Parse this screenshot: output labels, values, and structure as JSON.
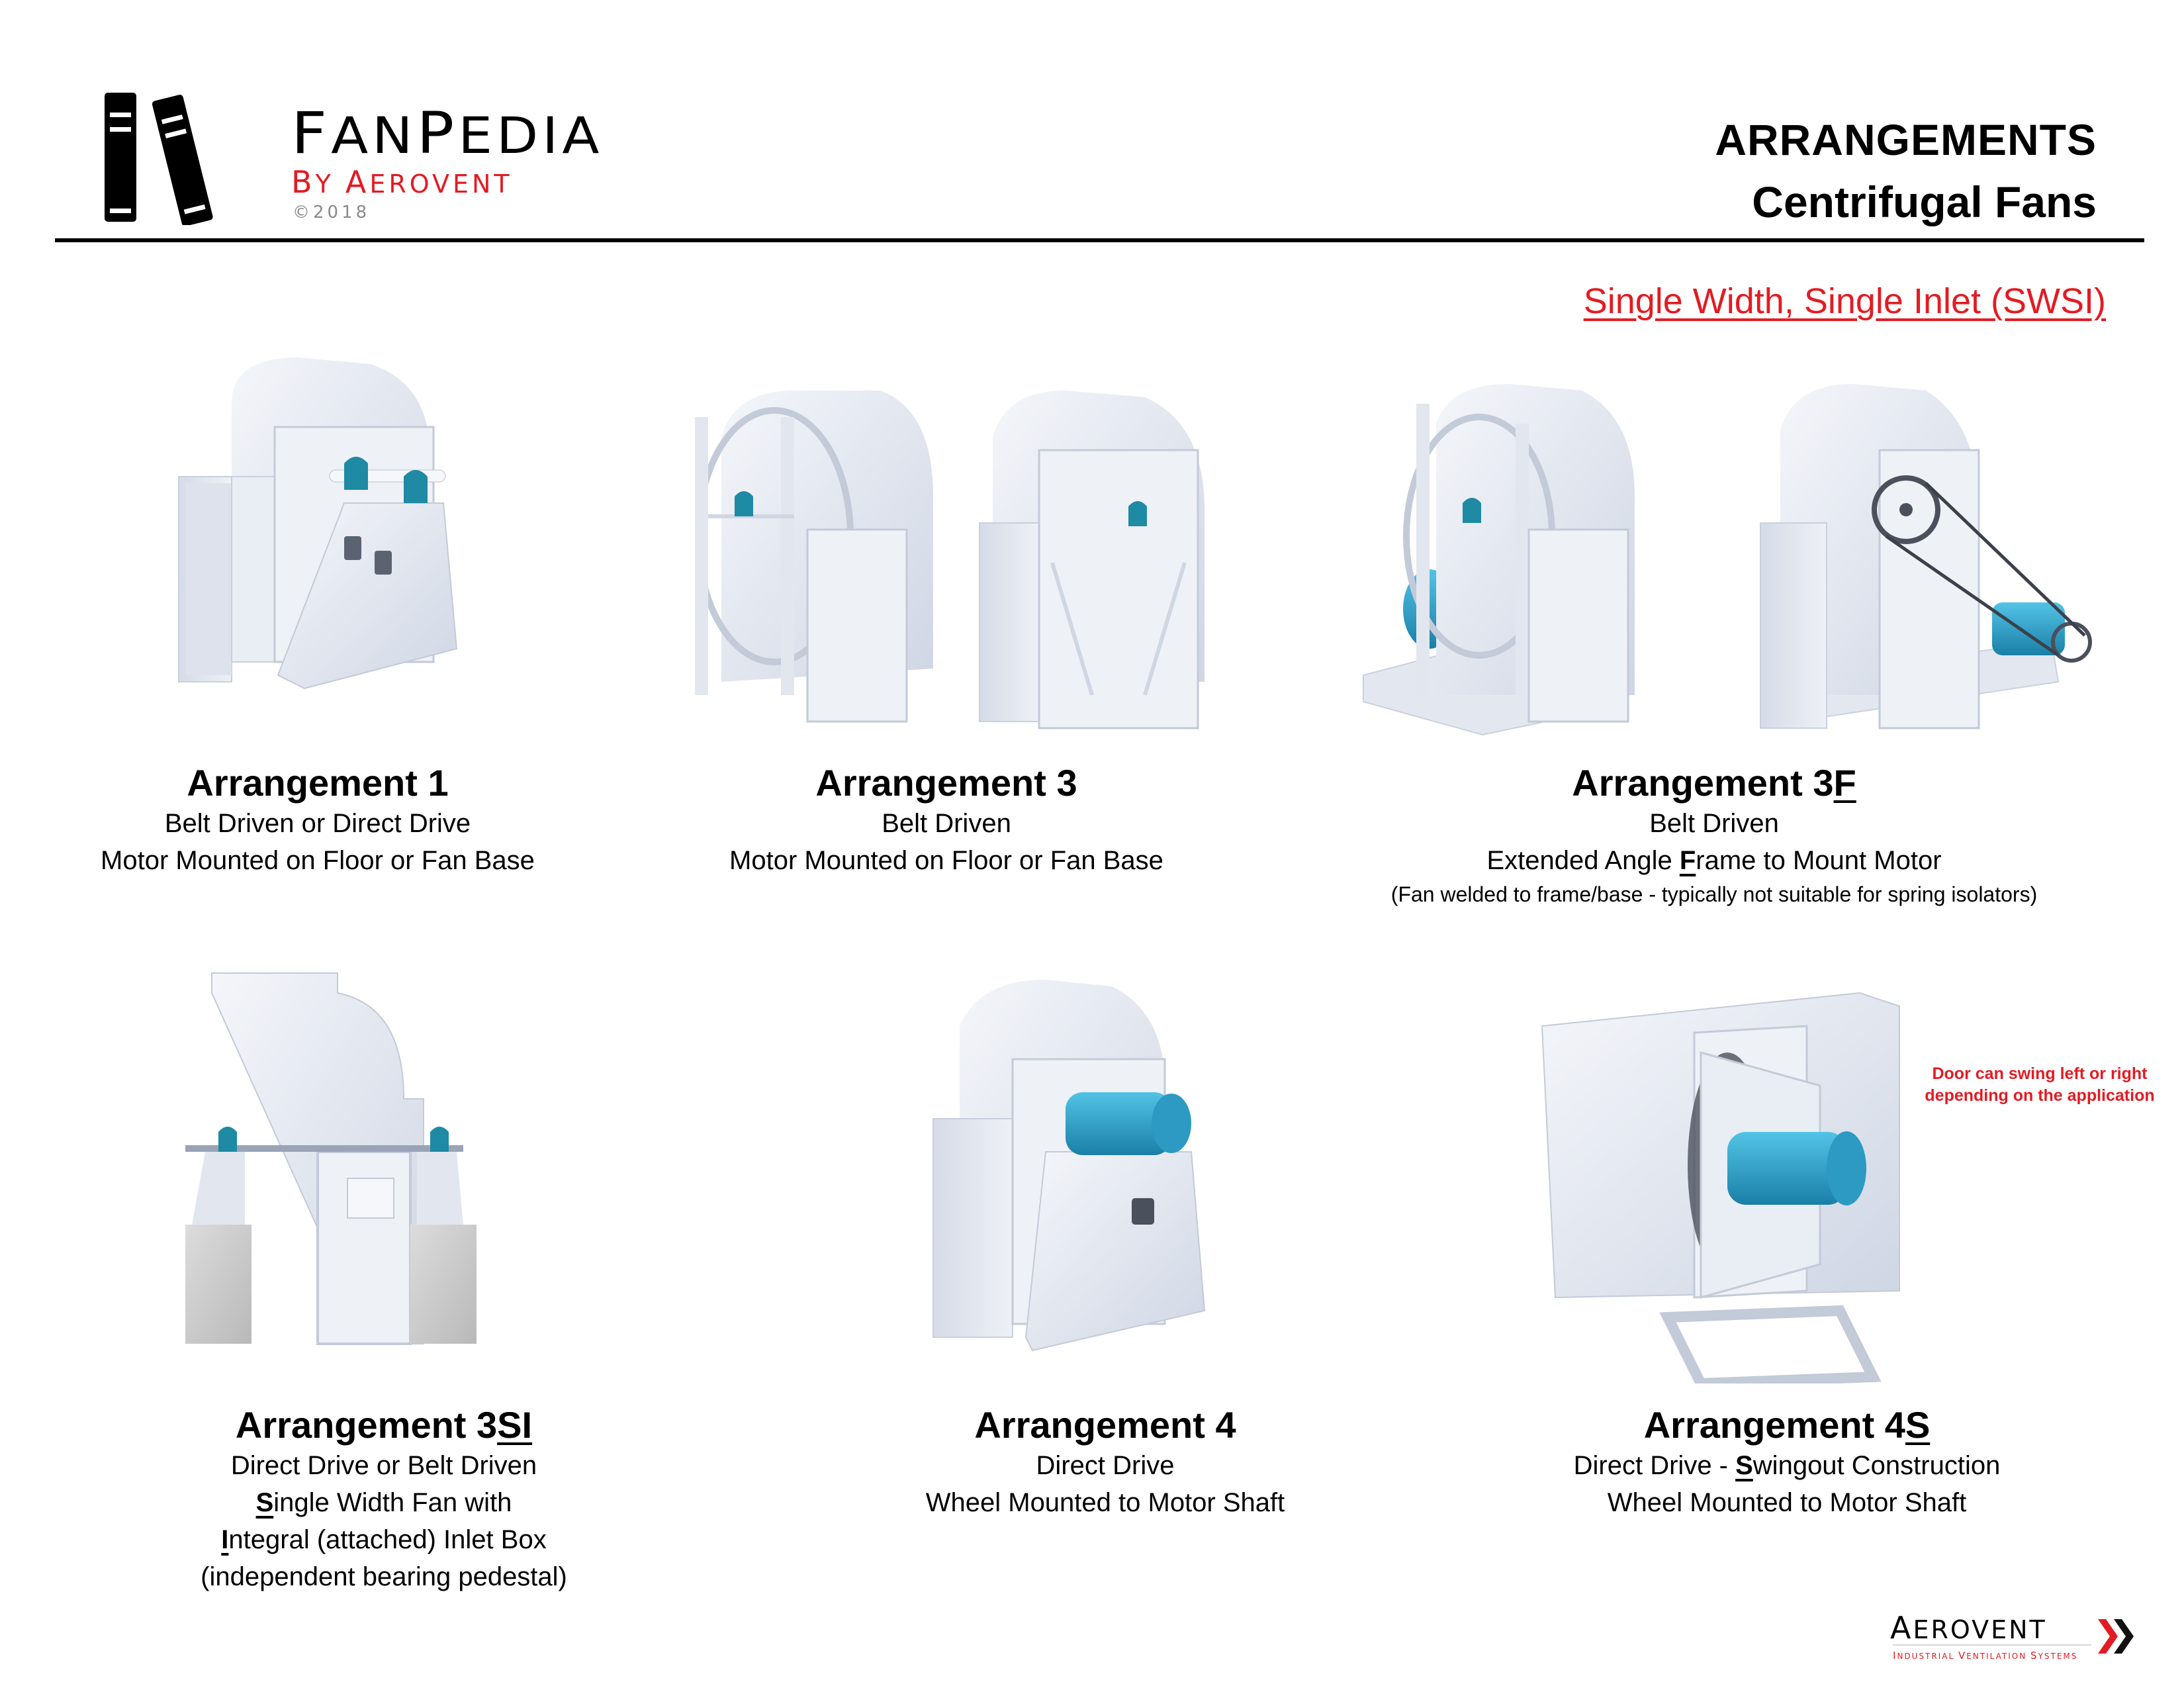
{
  "header": {
    "brand": {
      "title_parts": [
        "F",
        "AN",
        "P",
        "EDIA"
      ],
      "by_parts": [
        "B",
        "Y ",
        "A",
        "EROVENT"
      ],
      "copyright": "©2018"
    },
    "title": "ARRANGEMENTS",
    "subtitle": "Centrifugal Fans",
    "category": "Single Width, Single Inlet (SWSI)"
  },
  "colors": {
    "accent_red": "#e31b23",
    "fan_body": "#e6eaf2",
    "bearing_teal": "#1e8aa3",
    "motor_blue": "#2aa3c9",
    "text": "#000000"
  },
  "arrangements": [
    {
      "title_prefix": "Arrangement 1",
      "title_suffix": "",
      "lines": [
        "Belt Driven or Direct Drive",
        "Motor Mounted on Floor or Fan Base"
      ],
      "image_icon": "fan-arrangement-1-illustration"
    },
    {
      "title_prefix": "Arrangement 3",
      "title_suffix": "",
      "lines": [
        "Belt Driven",
        "Motor Mounted on Floor or Fan Base"
      ],
      "image_icon": "fan-arrangement-3-illustration"
    },
    {
      "title_prefix": "Arrangement 3",
      "title_suffix": "F",
      "lines": [
        "Belt Driven"
      ],
      "line2_parts": [
        "Extended Angle ",
        "F",
        "rame to Mount Motor"
      ],
      "note": "(Fan welded to frame/base - typically not suitable for spring isolators)",
      "image_icon": "fan-arrangement-3f-illustration"
    },
    {
      "title_prefix": "Arrangement 3",
      "title_suffix": "SI",
      "lines": [
        "Direct Drive or Belt Driven"
      ],
      "line2_parts": [
        "S",
        "ingle Width Fan with"
      ],
      "line3_parts": [
        "I",
        "ntegral (attached) Inlet Box"
      ],
      "line4": "(independent bearing pedestal)",
      "image_icon": "fan-arrangement-3si-illustration"
    },
    {
      "title_prefix": "Arrangement 4",
      "title_suffix": "",
      "lines": [
        "Direct Drive",
        "Wheel Mounted to Motor Shaft"
      ],
      "image_icon": "fan-arrangement-4-illustration"
    },
    {
      "title_prefix": "Arrangement 4",
      "title_suffix": "S",
      "line1_parts": [
        "Direct Drive - ",
        "S",
        "wingout Construction"
      ],
      "lines": [
        "Wheel Mounted to Motor Shaft"
      ],
      "callout": [
        "Door can swing left or right",
        "depending on the application"
      ],
      "image_icon": "fan-arrangement-4s-illustration"
    }
  ],
  "footer": {
    "brand_parts": [
      "A",
      "EROVENT"
    ],
    "tagline_parts": [
      "I",
      "NDUSTRIAL ",
      "V",
      "ENTILATION ",
      "S",
      "YSTEMS"
    ]
  }
}
